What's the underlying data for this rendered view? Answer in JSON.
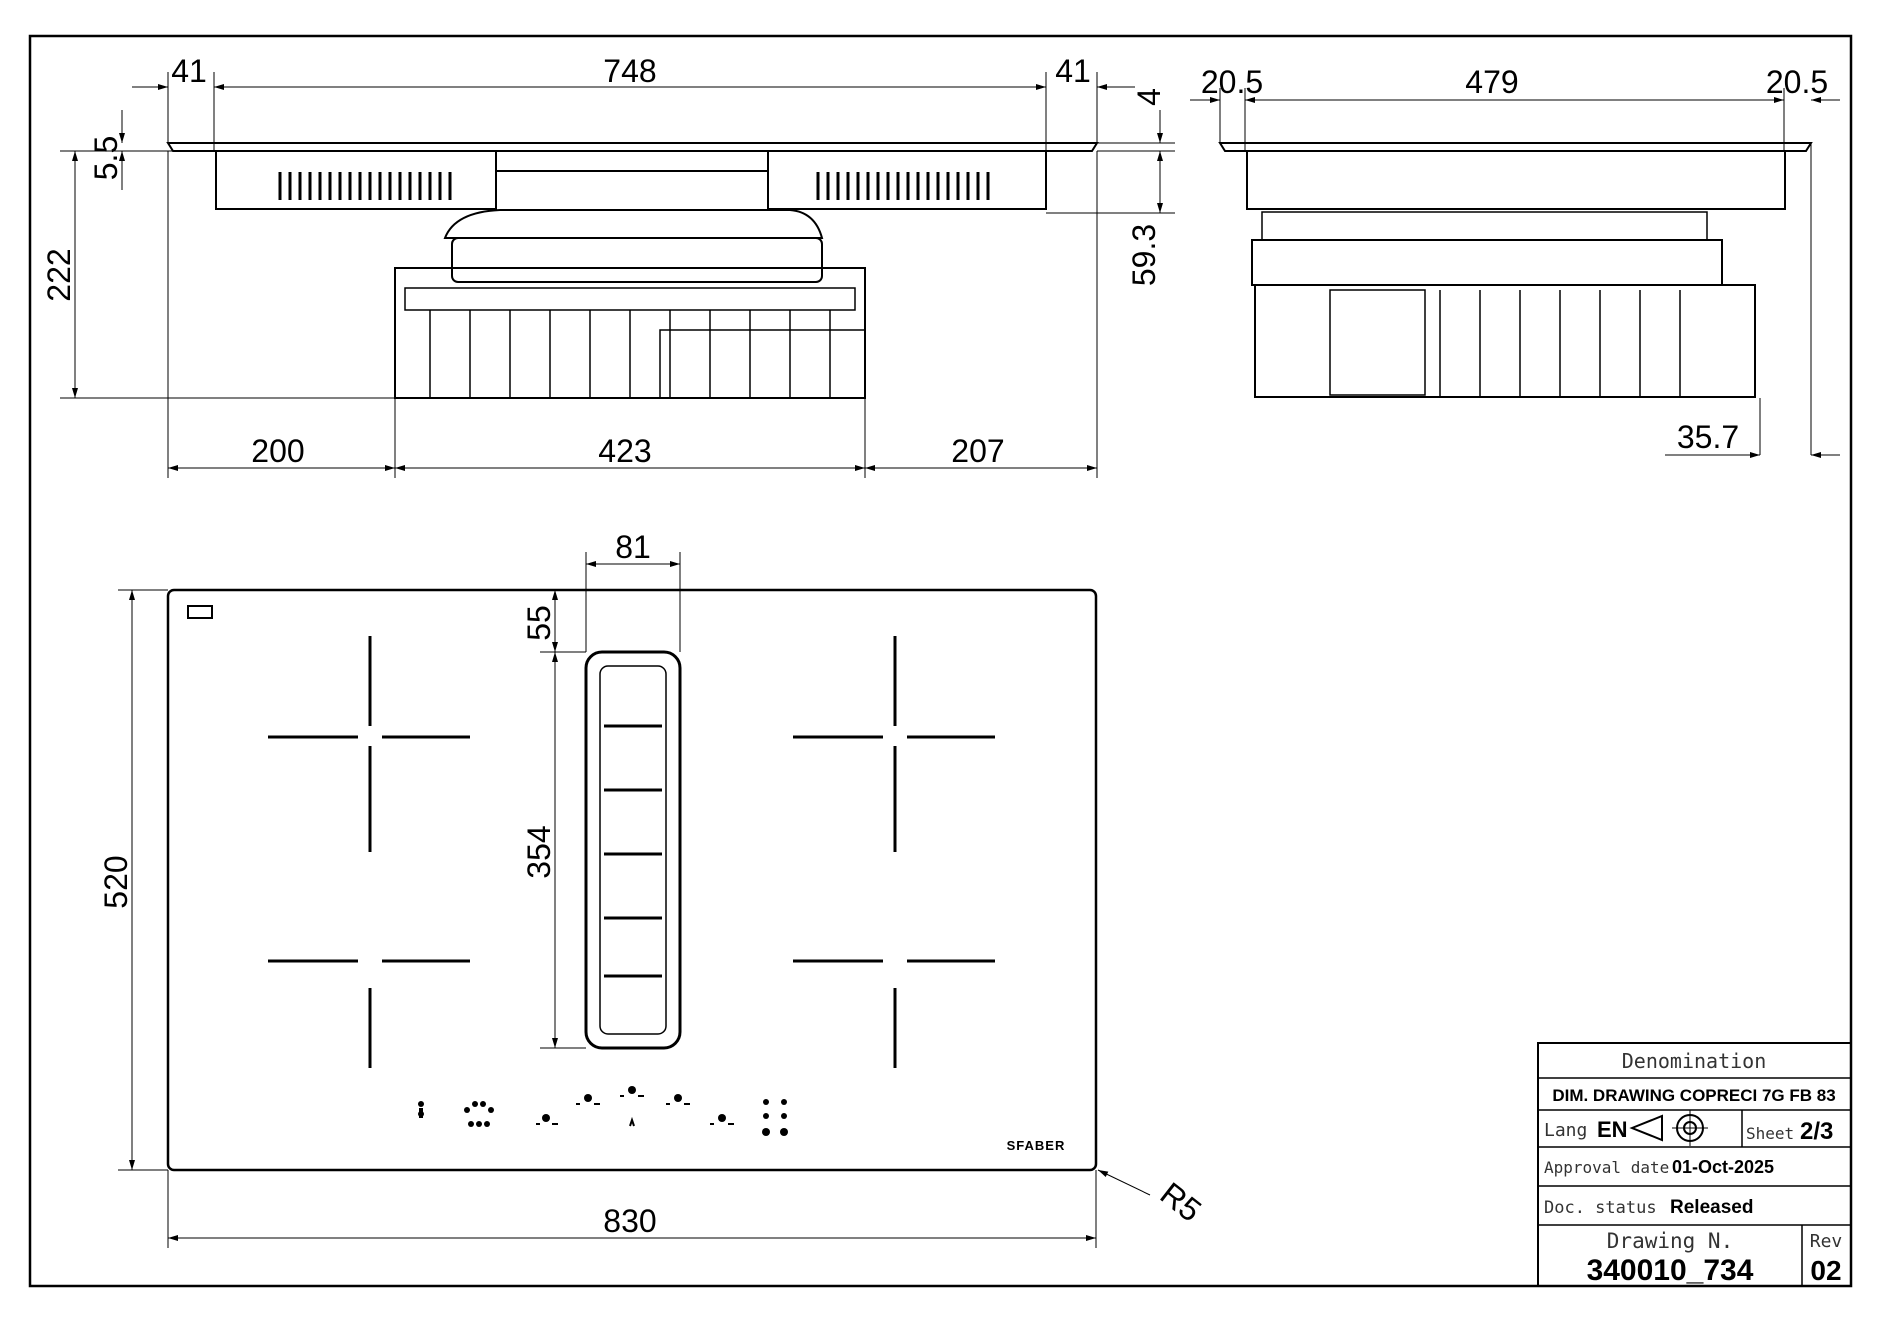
{
  "dimensions": {
    "front_top": {
      "left_margin": "41",
      "span": "748",
      "right_margin": "41",
      "glass": "4"
    },
    "front_left": {
      "offset": "5.5",
      "height": "222"
    },
    "front_right": {
      "drop": "59.3"
    },
    "front_bottom": {
      "left": "200",
      "middle": "423",
      "right": "207"
    },
    "side_top": {
      "left_margin": "20.5",
      "span": "479",
      "right_margin": "20.5"
    },
    "side_bottom": {
      "offset": "35.7"
    },
    "plan": {
      "vent_width": "81",
      "vent_offset": "55",
      "vent_length": "354",
      "depth": "520",
      "width": "830",
      "radius": "R5"
    }
  },
  "brand": "SFABER",
  "title_block": {
    "denomination_label": "Denomination",
    "denomination_value": "DIM. DRAWING COPRECI 7G FB 83",
    "lang_label": "Lang",
    "lang_value": "EN",
    "sheet_label": "Sheet",
    "sheet_value": "2/3",
    "approval_label": "Approval date",
    "approval_value": "01-Oct-2025",
    "status_label": "Doc. status",
    "status_value": "Released",
    "drawing_label": "Drawing N.",
    "drawing_value": "340010_734",
    "rev_label": "Rev",
    "rev_value": "02"
  }
}
